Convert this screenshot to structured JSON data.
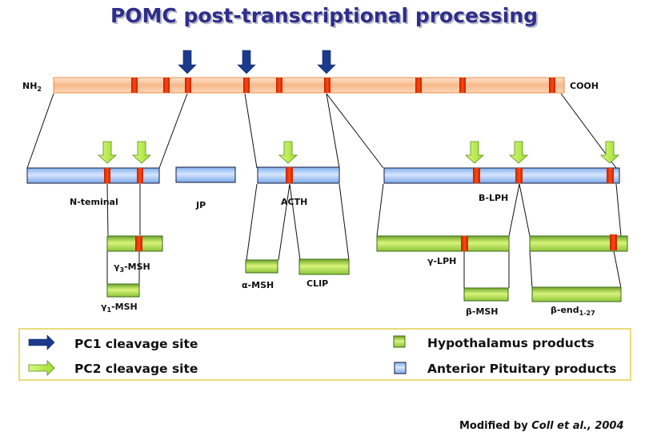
{
  "title": "POMC post-transcriptional processing",
  "precursor": {
    "n_terminus_label": "NH",
    "n_terminus_sub": "2",
    "c_terminus_label": "COOH"
  },
  "segments": {
    "n_terminal": "N-teminal",
    "jp": "JP",
    "acth": "ACTH",
    "b_lph": "B-LPH"
  },
  "products": {
    "gamma3_msh": {
      "prefix": "γ",
      "sub": "3",
      "suffix": "-MSH"
    },
    "gamma1_msh": {
      "prefix": "γ",
      "sub": "1",
      "suffix": "-MSH"
    },
    "alpha_msh": "α-MSH",
    "clip": "CLIP",
    "gamma_lph": "γ-LPH",
    "beta_msh": "β-MSH",
    "beta_end": {
      "prefix": "β-end",
      "sub": "1-27"
    }
  },
  "legend": {
    "pc1": "PC1 cleavage site",
    "pc2": "PC2 cleavage site",
    "hypothalamus": "Hypothalamus products",
    "pituitary": "Anterior Pituitary products"
  },
  "credit": {
    "prefix": "Modified by ",
    "italic": "Coll et al., 2004"
  },
  "colors": {
    "title": "#2e2e8a",
    "pc1_arrow": "#1c3a8c",
    "pc2_arrow": "#b5f04a",
    "cleavage_site": "#e8320a",
    "precursor_fill": "#f9c7a3",
    "precursor_border": "#f08a3c",
    "pituitary_fill": "#a8c8f5",
    "hypothalamus_fill": "#b8e045",
    "legend_border": "#e8dc7a"
  }
}
